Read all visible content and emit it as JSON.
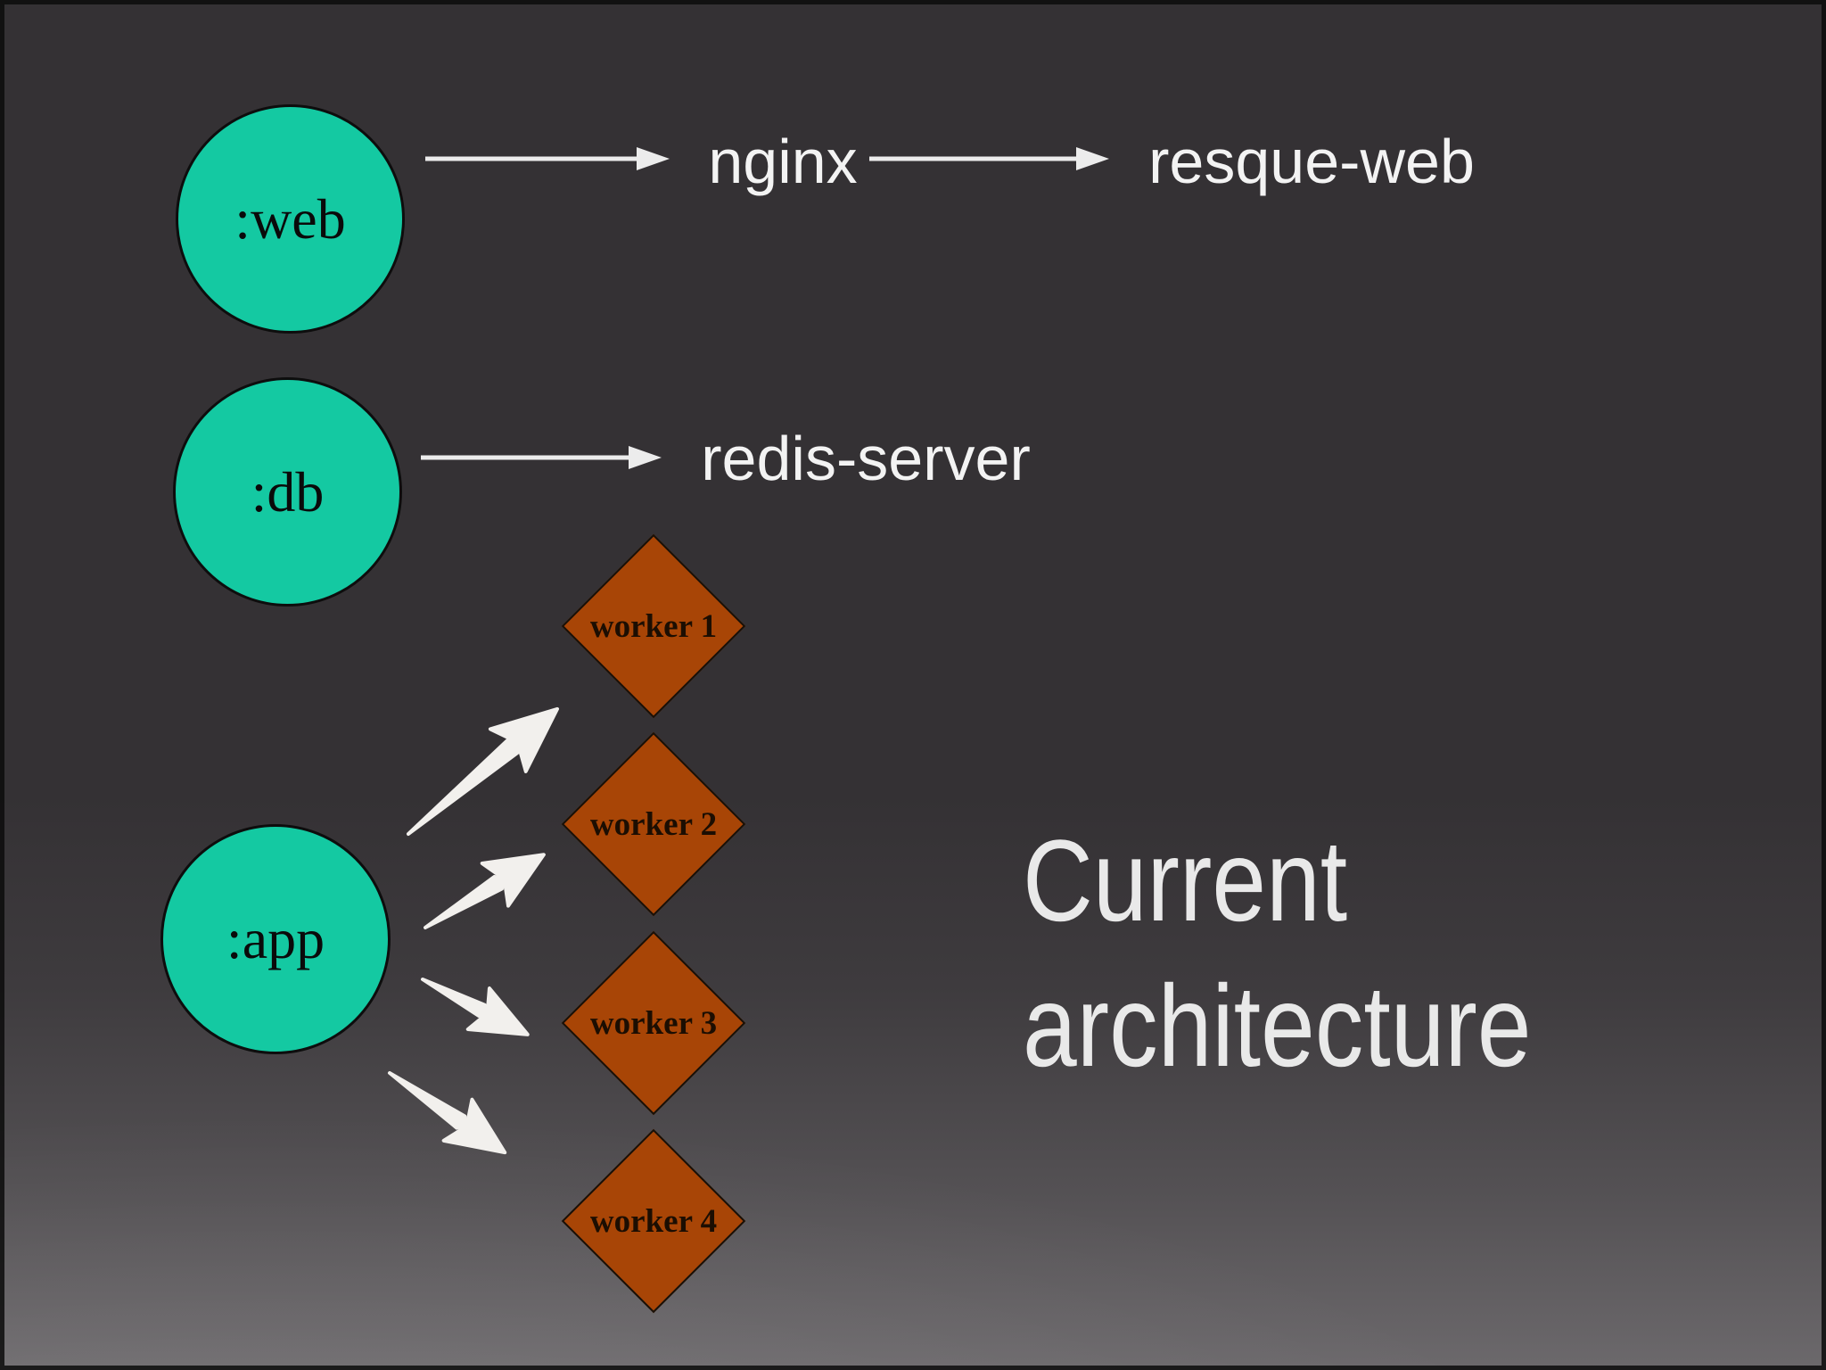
{
  "title": {
    "line1": "Current",
    "line2": "architecture"
  },
  "nodes": {
    "circles": [
      {
        "label": ":web"
      },
      {
        "label": ":db"
      },
      {
        "label": ":app"
      }
    ],
    "processes": [
      {
        "label": "nginx"
      },
      {
        "label": "resque-web"
      },
      {
        "label": "redis-server"
      }
    ],
    "workers": [
      {
        "label": "worker 1"
      },
      {
        "label": "worker 2"
      },
      {
        "label": "worker 3"
      },
      {
        "label": "worker 4"
      }
    ]
  },
  "edges": [
    {
      "from": ":web",
      "to": "nginx"
    },
    {
      "from": "nginx",
      "to": "resque-web"
    },
    {
      "from": ":db",
      "to": "redis-server"
    },
    {
      "from": ":app",
      "to": "worker 1"
    },
    {
      "from": ":app",
      "to": "worker 2"
    },
    {
      "from": ":app",
      "to": "worker 3"
    },
    {
      "from": ":app",
      "to": "worker 4"
    }
  ],
  "colors": {
    "background_top": "#343134",
    "background_bottom": "#6c696c",
    "circle_fill": "#14c9a2",
    "diamond_fill": "#a84506",
    "arrow": "#ececec",
    "label_text": "#f3f3f3",
    "title_text": "#e9e9e9"
  }
}
